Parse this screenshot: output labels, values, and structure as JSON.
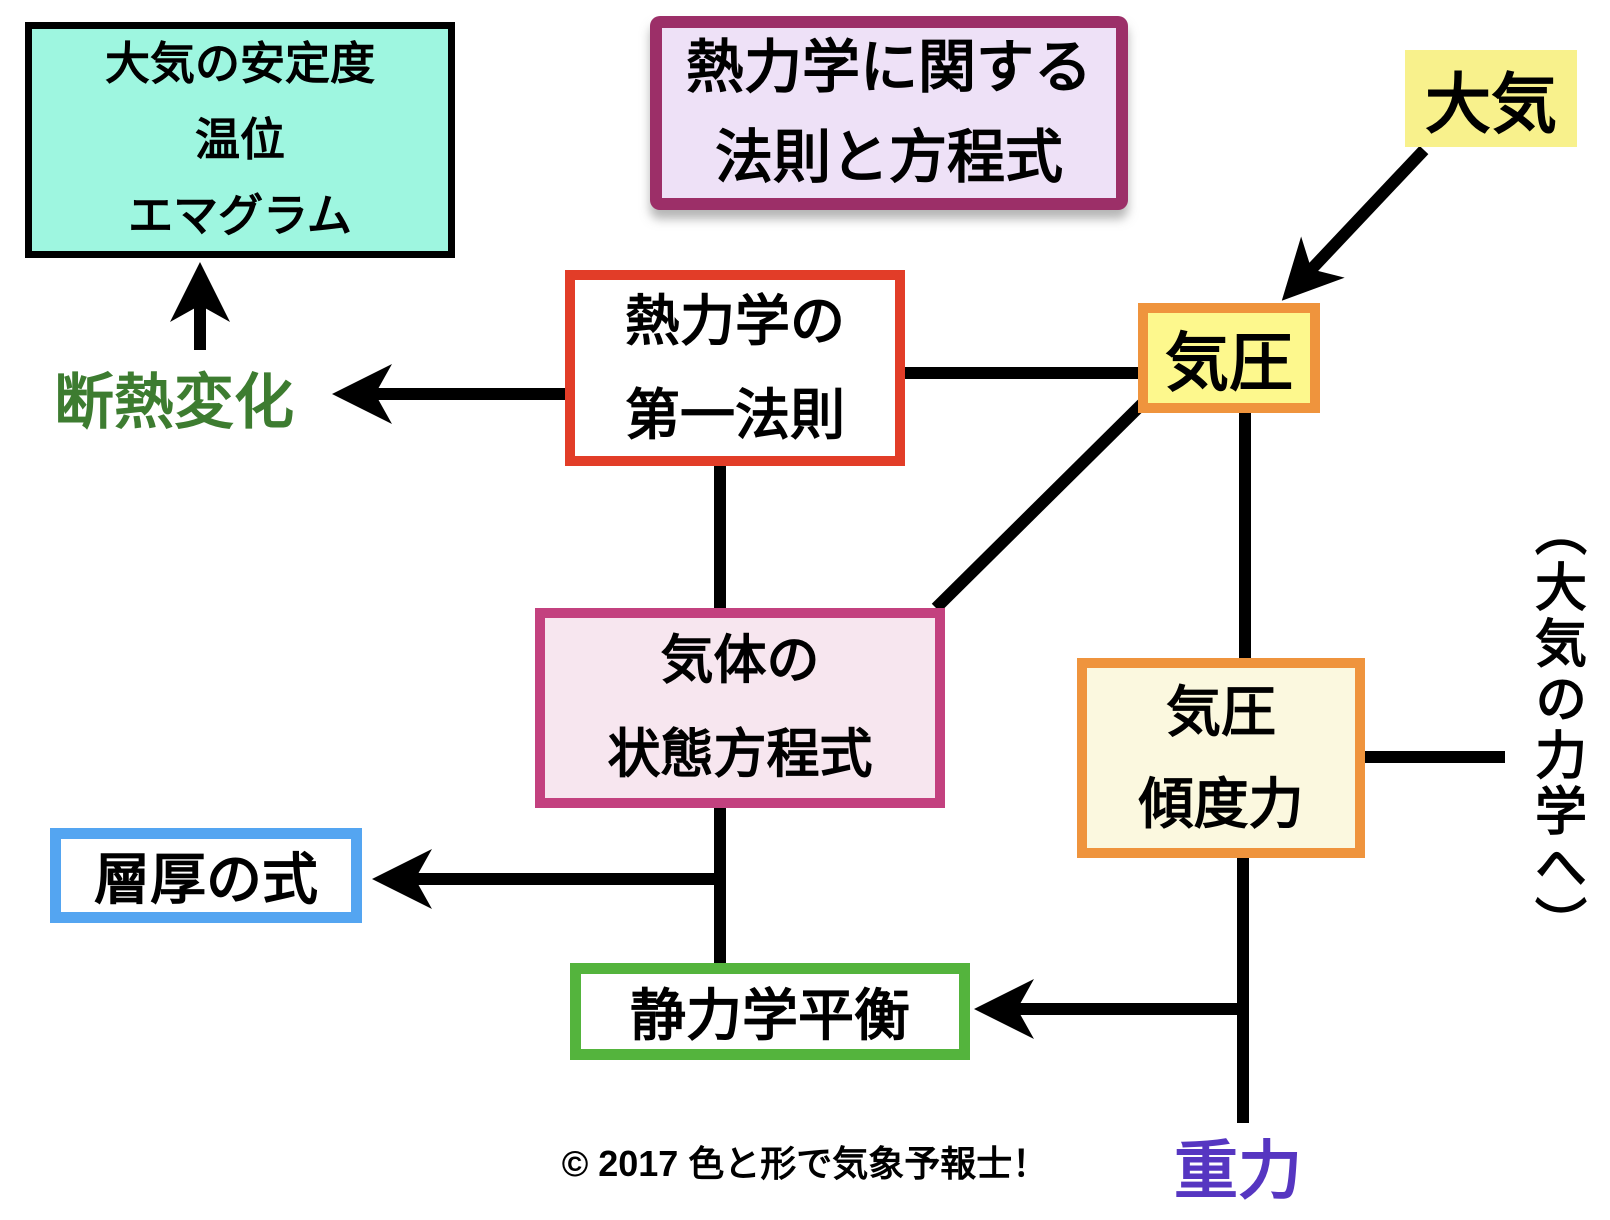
{
  "diagram": {
    "title": {
      "lines": [
        "熱力学に関する",
        "法則と方程式"
      ]
    },
    "nodes": {
      "stability": {
        "lines": [
          "大気の安定度",
          "温位",
          "エマグラム"
        ],
        "fill": "#9ef6e0",
        "border": "#000000"
      },
      "taiki": {
        "label": "大気",
        "highlight": "#f8f18c"
      },
      "kiatsu": {
        "label": "気圧",
        "fill": "#fdf88d",
        "border": "#ef943d"
      },
      "first_law": {
        "lines": [
          "熱力学の",
          "第一法則"
        ],
        "fill": "#ffffff",
        "border": "#e23d28"
      },
      "dannetsu": {
        "label": "断熱変化",
        "color": "#3d7c30"
      },
      "state_eq": {
        "lines": [
          "気体の",
          "状態方程式"
        ],
        "fill": "#f7e6ef",
        "border": "#c3417f"
      },
      "pgf": {
        "lines": [
          "気圧",
          "傾度力"
        ],
        "fill": "#fbf8df",
        "border": "#ef943d"
      },
      "dynamics": {
        "label": "（大気の力学へ）"
      },
      "thickness": {
        "label": "層厚の式",
        "fill": "#ffffff",
        "border": "#54a5f1"
      },
      "hydrostatic": {
        "label": "静力学平衡",
        "fill": "#ffffff",
        "border": "#54b43d"
      },
      "gravity": {
        "label": "重力",
        "color": "#5636c1"
      }
    },
    "edges": [
      {
        "from": "大気",
        "to": "気圧",
        "arrow": true
      },
      {
        "from": "気圧",
        "to": "熱力学の第一法則",
        "arrow": false
      },
      {
        "from": "熱力学の第一法則",
        "to": "断熱変化",
        "arrow": true
      },
      {
        "from": "断熱変化",
        "to": "大気の安定度",
        "arrow": true
      },
      {
        "from": "熱力学の第一法則",
        "to": "気体の状態方程式",
        "arrow": false
      },
      {
        "from": "気圧",
        "to": "気体の状態方程式",
        "arrow": false
      },
      {
        "from": "気圧",
        "to": "気圧傾度力",
        "arrow": false
      },
      {
        "from": "気圧傾度力",
        "to": "（大気の力学へ）",
        "arrow": false
      },
      {
        "from": "気体の状態方程式",
        "to": "層厚の式",
        "arrow": true
      },
      {
        "from": "気体の状態方程式",
        "to": "静力学平衡",
        "arrow": false
      },
      {
        "from": "気圧傾度力",
        "to": "重力",
        "arrow": false
      },
      {
        "from": "重力",
        "to": "静力学平衡",
        "arrow": true
      }
    ],
    "footer": {
      "copyright": "© 2017 色と形で気象予報士！"
    },
    "line_color": "#000000"
  }
}
